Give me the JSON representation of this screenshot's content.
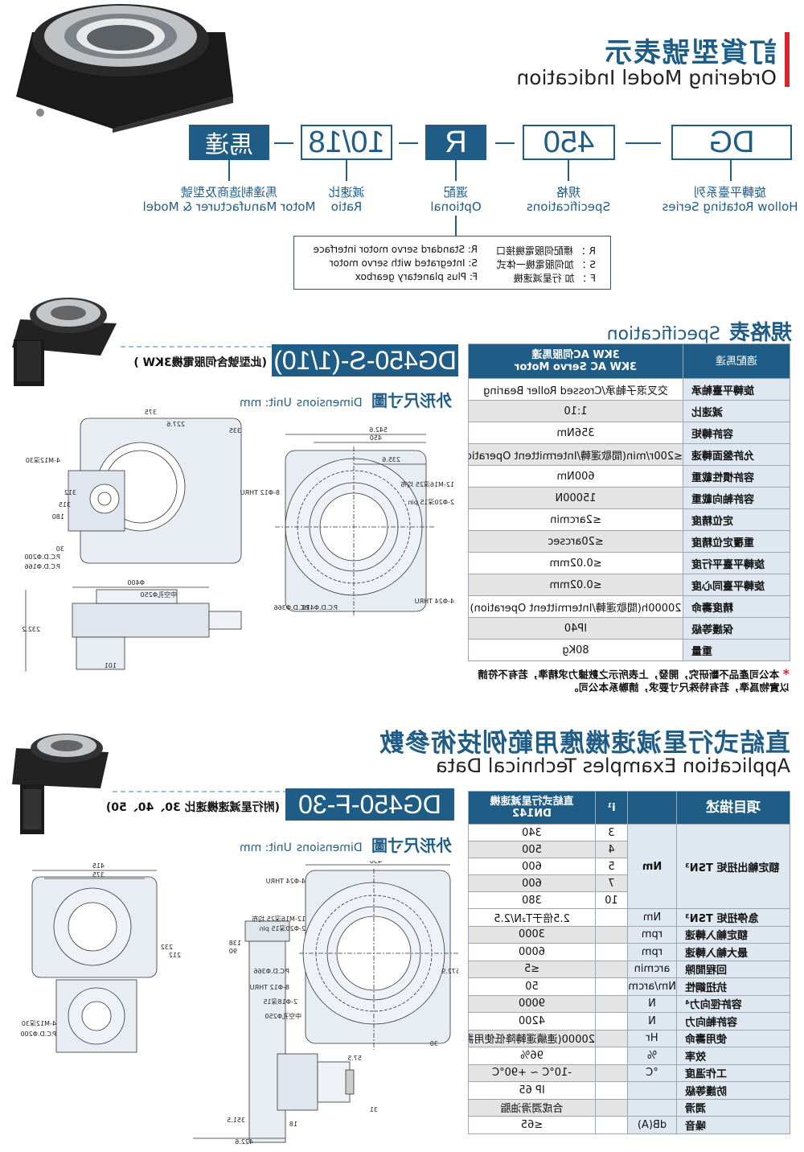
{
  "header": {
    "title_zh": "訂貨型號表示",
    "title_en": "Ordering Model Indication"
  },
  "code": {
    "boxes": [
      "DG",
      "450",
      "R",
      "10/18",
      "馬達"
    ],
    "labels": [
      {
        "zh": "旋轉平臺系列",
        "en": "Hollow Rotating Series"
      },
      {
        "zh": "規格",
        "en": "Specifications"
      },
      {
        "zh": "選配",
        "en": "Optional"
      },
      {
        "zh": "減速比",
        "en": "Ratio"
      },
      {
        "zh": "馬達制造商及型號",
        "en": "Motor Manufacturer & Model"
      }
    ],
    "options": [
      {
        "zh": "R ： 標配伺服電機接口",
        "en": "R: Standard servo motor interface"
      },
      {
        "zh": "S ： 加伺服電機一体式",
        "en": "S: Integrated with servo motor"
      },
      {
        "zh": "F ： 加 行星減速機",
        "en": "F: Plus planetary gearbox"
      }
    ]
  },
  "spec": {
    "heading_zh": "規格表",
    "heading_en": "Specification",
    "header": {
      "label": "適配馬達",
      "value_zh": "3KW AC伺服馬達",
      "value_en": "3KW AC Servo Motor"
    },
    "rows": [
      [
        "旋轉平臺軸承",
        "交叉滾子軸承/Crossed Roller Bearing"
      ],
      [
        "減速比",
        "1:10"
      ],
      [
        "容許轉矩",
        "356Nm"
      ],
      [
        "允許盤面轉速",
        "≤200r/min(間歇運轉/Intermittent Operation)"
      ],
      [
        "容許慣性載重",
        "600Nm"
      ],
      [
        "容許軸向載重",
        "15000N"
      ],
      [
        "定位精度",
        "≤2arcmin"
      ],
      [
        "重覆定位精度",
        "≤20arcsec"
      ],
      [
        "旋轉平臺平行度",
        "≤0.02mm"
      ],
      [
        "旋轉平臺同心度",
        "≤0.02mm"
      ],
      [
        "精度壽命",
        "20000h(間歇運轉/Intermittent Operation)"
      ],
      [
        "保護等級",
        "IP40"
      ],
      [
        "重量",
        "80Kg"
      ]
    ],
    "footnote_star": "*",
    "footnote": "本公司產品不斷研究，開發，上表所示之數據力求精準，若有不符請以實物爲準，若有特殊尺寸要求，請聯系本公司。"
  },
  "model1": {
    "code": "DG450-S-(1/10)",
    "note": "(此型號含伺服電機3KW )",
    "dim_zh": "外形尺寸圖",
    "dim_en": "Dimensions",
    "unit": "Unit: mm",
    "dims": [
      "542.6",
      "450",
      "235.6",
      "12-M16深25 均布",
      "2-Φ20深15 pin",
      "8-Φ12 THRU",
      "P.C.D.Φ410",
      "P.C.D.Φ366",
      "4-Φ24 THRU",
      "375",
      "227.6",
      "335",
      "312",
      "315",
      "180",
      "30",
      "4-M12深30",
      "P.C.D.Φ200",
      "P.C.D.Φ166",
      "Φ400",
      "中空孔Φ250",
      "232.2",
      "101"
    ]
  },
  "apps": {
    "heading_zh": "直結式行星減速機應用範例技術參數",
    "heading_en": "Application Examples Technical Data",
    "header": {
      "label": "項目描述",
      "unit": "",
      "i": "i¹",
      "value_zh": "直結式行星減速機",
      "value_en": "DN142"
    },
    "tsn": {
      "label": "額定輸出扭矩 TSN³",
      "unit": "Nm",
      "rows": [
        [
          "3",
          "340"
        ],
        [
          "4",
          "500"
        ],
        [
          "5",
          "600"
        ],
        [
          "7",
          "600"
        ],
        [
          "10",
          "380"
        ]
      ]
    },
    "rows": [
      [
        "急停扭矩 TSN³",
        "Nm",
        "2.5倍于T₂N/2.5"
      ],
      [
        "額定輸入轉速",
        "rpm",
        "3000"
      ],
      [
        "最大輸入轉速",
        "rpm",
        "6000"
      ],
      [
        "回程間隙",
        "arcmin",
        "≤5"
      ],
      [
        "抗扭鋼性",
        "Nm/arcmin",
        "50"
      ],
      [
        "容許徑向力⁴",
        "N",
        "9000"
      ],
      [
        "容許軸向力",
        "N",
        "4200"
      ],
      [
        "使用壽命",
        "Hr",
        "20000(連續運轉降低使用壽命50%)"
      ],
      [
        "效率",
        "%",
        "96%"
      ],
      [
        "工作溫度",
        "°C",
        "-10°C ~ +90°C"
      ],
      [
        "防護等級",
        "",
        "IP 65"
      ],
      [
        "潤滑",
        "",
        "合成潤滑油脂"
      ],
      [
        "噪音",
        "dB(A)",
        "≤65"
      ]
    ]
  },
  "model2": {
    "code": "DG450-F-30",
    "note": "(附行星減速機速比 30、40、50)",
    "dim_zh": "外形尺寸圖",
    "dim_en": "Dimensions",
    "unit": "Unit: mm",
    "dims": [
      "450",
      "4-Φ24 THRU",
      "12-M16深25 均布",
      "2-Φ20深15 pin",
      "P.C.D.Φ366",
      "8-Φ12 THRU",
      "2-Φ18深15",
      "中空孔Φ250",
      "572.9",
      "4-M12深30",
      "P.C.D.Φ200",
      "415",
      "375",
      "232",
      "212",
      "138",
      "90",
      "422.6",
      "351.5",
      "57.5",
      "31",
      "30",
      "18"
    ]
  },
  "colors": {
    "brand": "#1f5d86",
    "accent": "#d7262d"
  }
}
